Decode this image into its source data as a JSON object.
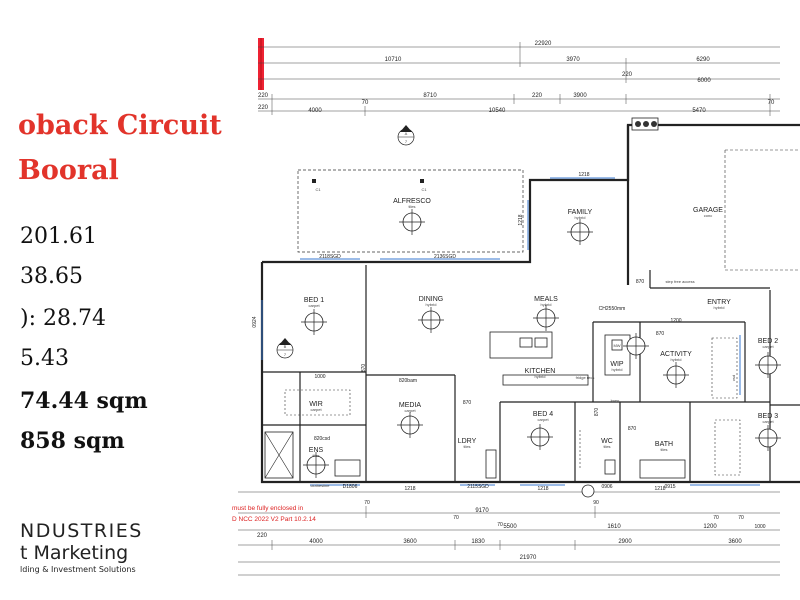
{
  "listing": {
    "address_line1": "oback Circuit",
    "address_line2": "Booral",
    "stats": [
      "201.61",
      " 38.65",
      "): 28.74",
      "5.43",
      "74.44 sqm",
      "858 sqm"
    ]
  },
  "brand": {
    "line1": "NDUSTRIES",
    "line2": "t Marketing",
    "line3": "lding & Investment Solutions"
  },
  "rooms": {
    "alfresco": {
      "name": "ALFRESCO",
      "finish": "tiles"
    },
    "family": {
      "name": "FAMILY",
      "finish": "hybrid"
    },
    "garage": {
      "name": "GARAGE",
      "finish": "conc"
    },
    "bed1": {
      "name": "BED 1",
      "finish": "carpet"
    },
    "dining": {
      "name": "DINING",
      "finish": "hybrid"
    },
    "meals": {
      "name": "MEALS",
      "finish": "hybrid"
    },
    "entry": {
      "name": "ENTRY",
      "finish": "hybrid"
    },
    "wir": {
      "name": "WIR",
      "finish": "carpet"
    },
    "media": {
      "name": "MEDIA",
      "finish": "carpet"
    },
    "kitchen": {
      "name": "KITCHEN",
      "finish": "hybrid"
    },
    "wip": {
      "name": "WIP",
      "finish": "hybrid"
    },
    "activity": {
      "name": "ACTIVITY",
      "finish": "hybrid"
    },
    "bed2": {
      "name": "BED 2",
      "finish": "carpet"
    },
    "ens": {
      "name": "ENS",
      "finish": "tiles"
    },
    "ldry": {
      "name": "LDRY",
      "finish": "tiles"
    },
    "bed4": {
      "name": "BED 4",
      "finish": "carpet"
    },
    "wc": {
      "name": "WC",
      "finish": "tiles"
    },
    "bath": {
      "name": "BATH",
      "finish": "tiles"
    },
    "bed3": {
      "name": "BED 3",
      "finish": "carpet"
    }
  },
  "labels": {
    "ch2550": "CH2550mm",
    "step_free": "step free access",
    "fridge": "fridge recs",
    "clothesline": "clothesline",
    "w820bam": "820bam",
    "w820csd": "820csd",
    "d2118sgd": "2118SGD",
    "d2136sgd": "2136SGD",
    "d2115sgd": "2115SGD",
    "d1806": "D1806",
    "d0906": "0906",
    "d0915": "0915",
    "window0924": "0924",
    "c1a": "C1",
    "c1b": "C1",
    "sect_a": "A",
    "sect_a_num": "7",
    "sect_b": "B",
    "sect_b_num": "7",
    "mw": "MW",
    "vsd": "vsd",
    "lmen": "lmen"
  },
  "dims_top": {
    "overall": "22920",
    "r1a": "10710",
    "r1b": "3970",
    "r1c": "6290",
    "r2a": "220",
    "r2b": "6000",
    "r3a": "220",
    "r3b": "8710",
    "r3c": "220",
    "r3d": "3900",
    "r4a": "220",
    "r4b": "4000",
    "r4c": "70",
    "r4d": "10540",
    "r4e": "5470",
    "r4f": "70"
  },
  "dims_bottom": {
    "b70a": "70",
    "b90": "90",
    "b70b": "70",
    "b70c": "70",
    "b9170": "9170",
    "b70d": "70",
    "b70e": "70",
    "b220": "220",
    "b5500": "5500",
    "b1610": "1610",
    "b1200": "1200",
    "b4000": "4000",
    "b3600a": "3600",
    "b1830": "1830",
    "b2900": "2900",
    "b3600b": "3600",
    "b21970": "21970",
    "b1218a": "1218",
    "b1218b": "1218",
    "b1218c": "1218",
    "b1000": "1000"
  },
  "dims_misc": {
    "d1218top": "1218",
    "d1218vert": "1218",
    "d870a": "870",
    "d870b": "870",
    "d870c": "870",
    "d870d": "870",
    "d870e": "870",
    "d870f": "870",
    "d1200": "1200",
    "d1000": "1000"
  },
  "note": {
    "line1": "must be fully enclosed in",
    "line2": "D NCC 2022 V2 Part 10.2.14"
  }
}
